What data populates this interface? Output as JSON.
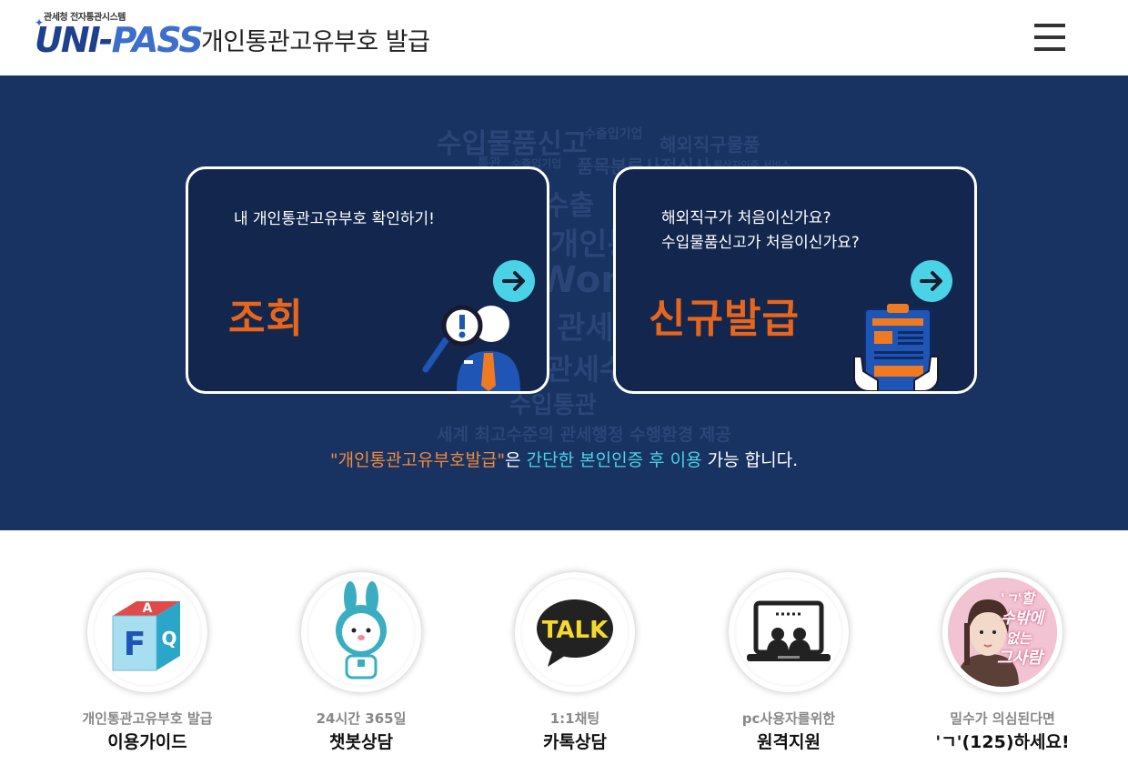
{
  "header": {
    "logo_tagline": "관세청 전자통관시스템",
    "logo_uni": "UNI-",
    "logo_pass": "PASS",
    "title": "개인통관고유부호 발급",
    "menu_icon": "hamburger-menu-icon"
  },
  "hero": {
    "background": "#183361",
    "wordcloud": [
      "수입물품신고",
      "수출입기업",
      "해외직구물품",
      "통관",
      "수출입기업",
      "품목분류사전심사",
      "원산지인증 서비스",
      "수출",
      "개인통관",
      "World",
      "관세청",
      "관세수",
      "수입통관",
      "세계 최고수준의 관세행정 수행환경 제공"
    ],
    "cards": [
      {
        "text": "내 개인통관고유부호 확인하기!",
        "title": "조회",
        "arrow_icon": "arrow-right-icon",
        "illustration": "magnifier-person-icon"
      },
      {
        "text_line1": "해외직구가 처음이신가요?",
        "text_line2": "수입물품신고가 처음이신가요?",
        "title": "신규발급",
        "arrow_icon": "arrow-right-icon",
        "illustration": "clipboard-hands-icon"
      }
    ],
    "notice": {
      "part1": "\"개인통관고유부호발급\"",
      "part2": "은 ",
      "part3": "간단한 본인인증 후 이용",
      "part4": " 가능 합니다."
    },
    "accent_orange": "#e8661b",
    "accent_cyan": "#4ad3e6"
  },
  "shortcuts": [
    {
      "sub": "개인통관고유부호 발급",
      "main": "이용가이드",
      "icon": "faq-cube-icon"
    },
    {
      "sub": "24시간 365일",
      "main": "챗봇상담",
      "icon": "chatbot-rabbit-icon"
    },
    {
      "sub": "1:1채팅",
      "main": "카톡상담",
      "icon": "kakao-talk-icon"
    },
    {
      "sub": "pc사용자를위한",
      "main": "원격지원",
      "icon": "remote-support-icon"
    },
    {
      "sub": "밀수가 의심된다면",
      "main": "'ㄱ'(125)하세요!",
      "icon": "smuggling-report-icon",
      "badge_line1": "'ㄱ'할",
      "badge_line2": "수밖에",
      "badge_line3": "없는",
      "badge_line4": "그사람"
    }
  ]
}
